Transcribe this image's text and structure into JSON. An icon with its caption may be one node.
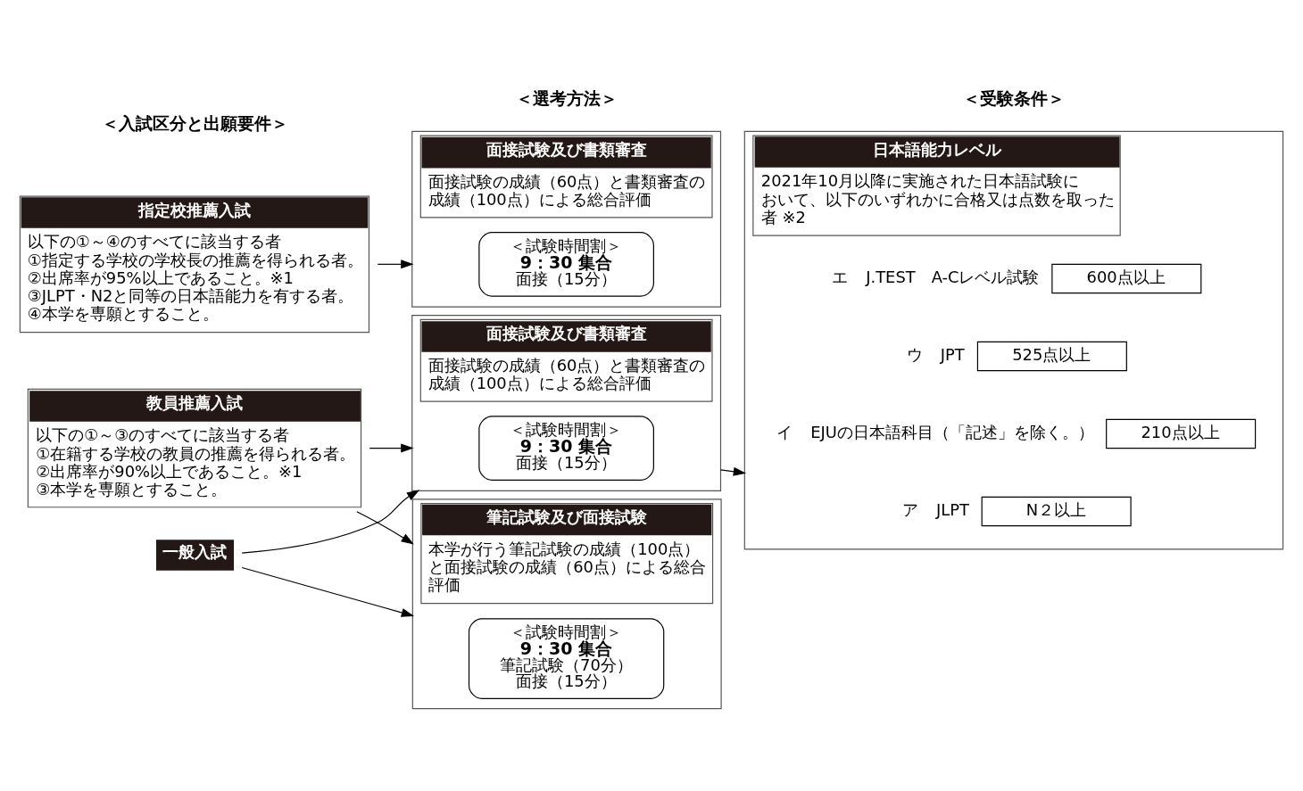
{
  "diagram": {
    "nodes": [
      {
        "text": [
          "指定校推薦入試",
          "以下の①～④のすべてに該当する者",
          "①指定する学校の学校長の推薦を得られる者。",
          "②出席率が95%以上であること。※1",
          "③JLPT・N2と同等の日本語能力を有する者。",
          "④本学を専願とすること。"
        ]
      },
      {
        "text": [
          "面接試験及び書類審査",
          "面接試験の成績（60点）と書類審査の成績（100点）による総合評価"
        ]
      },
      {
        "text": [
          "＜試験時間割＞",
          "9：30 集合",
          "面接（15分）"
        ],
        "in": 1
      },
      {
        "text": [
          "教員推薦入試",
          "以下の①～③のすべてに該当する者",
          "①在籍する学校の教員の推薦を得られる者。",
          "②出席率が90%以上であること。※1",
          "③本学を専願とすること。"
        ]
      },
      {
        "text": [
          "面接試験及び書類審査",
          "面接試験の成績（60点）と書類審査の成績（100点）による総合評価"
        ]
      },
      {
        "text": [
          "＜試験時間割＞",
          "9：30 集合",
          "面接（15分）"
        ],
        "in": 4
      },
      {
        "text": [
          "一般入試"
        ]
      },
      {
        "text": [
          "筆記試験及び面接試験",
          "本学が行う筆記試験の成績（100点）と面接試験の成績（60点）による総合評価"
        ]
      },
      {
        "text": [
          "＜試験時間割＞",
          "9：30 集合",
          "筆記試験（70分）",
          "面接（15分）"
        ],
        "in": 7
      },
      {
        "text": [
          "日本語能力レベル",
          "2021年10月以降に実施された日本語試験において、以下のいずれかに合格又は点数を取った者 ※2"
        ]
      },
      {
        "text": [
          "N２以上"
        ],
        "beside": [
          "ア",
          "JLPT"
        ],
        "in": 9
      },
      {
        "text": [
          "210点以上"
        ],
        "beside": [
          "イ",
          "EJUの日本語科目（「記述」を除く。）"
        ],
        "in": 9
      },
      {
        "text": [
          "525点以上"
        ],
        "beside": [
          "ウ",
          "JPT"
        ],
        "in": 9
      },
      {
        "text": [
          "600点以上"
        ],
        "beside": [
          "エ",
          "J.TEST　A-Cレベル試験"
        ],
        "in": 9
      }
    ],
    "edges": [
      {
        "from": 0,
        "to": 1,
        "arrow": "to"
      },
      {
        "from": 3,
        "to": 4,
        "arrow": "to"
      },
      {
        "from": 3,
        "to": 7,
        "arrow": "to"
      },
      {
        "from": 6,
        "to": 4,
        "arrow": "to"
      },
      {
        "from": 6,
        "to": 7,
        "arrow": "to"
      },
      {
        "from": 4,
        "to": 9,
        "arrow": "to"
      }
    ],
    "labels": [
      "＜入試区分と出願要件＞",
      "＜選考方法＞",
      "＜受験条件＞"
    ]
  }
}
